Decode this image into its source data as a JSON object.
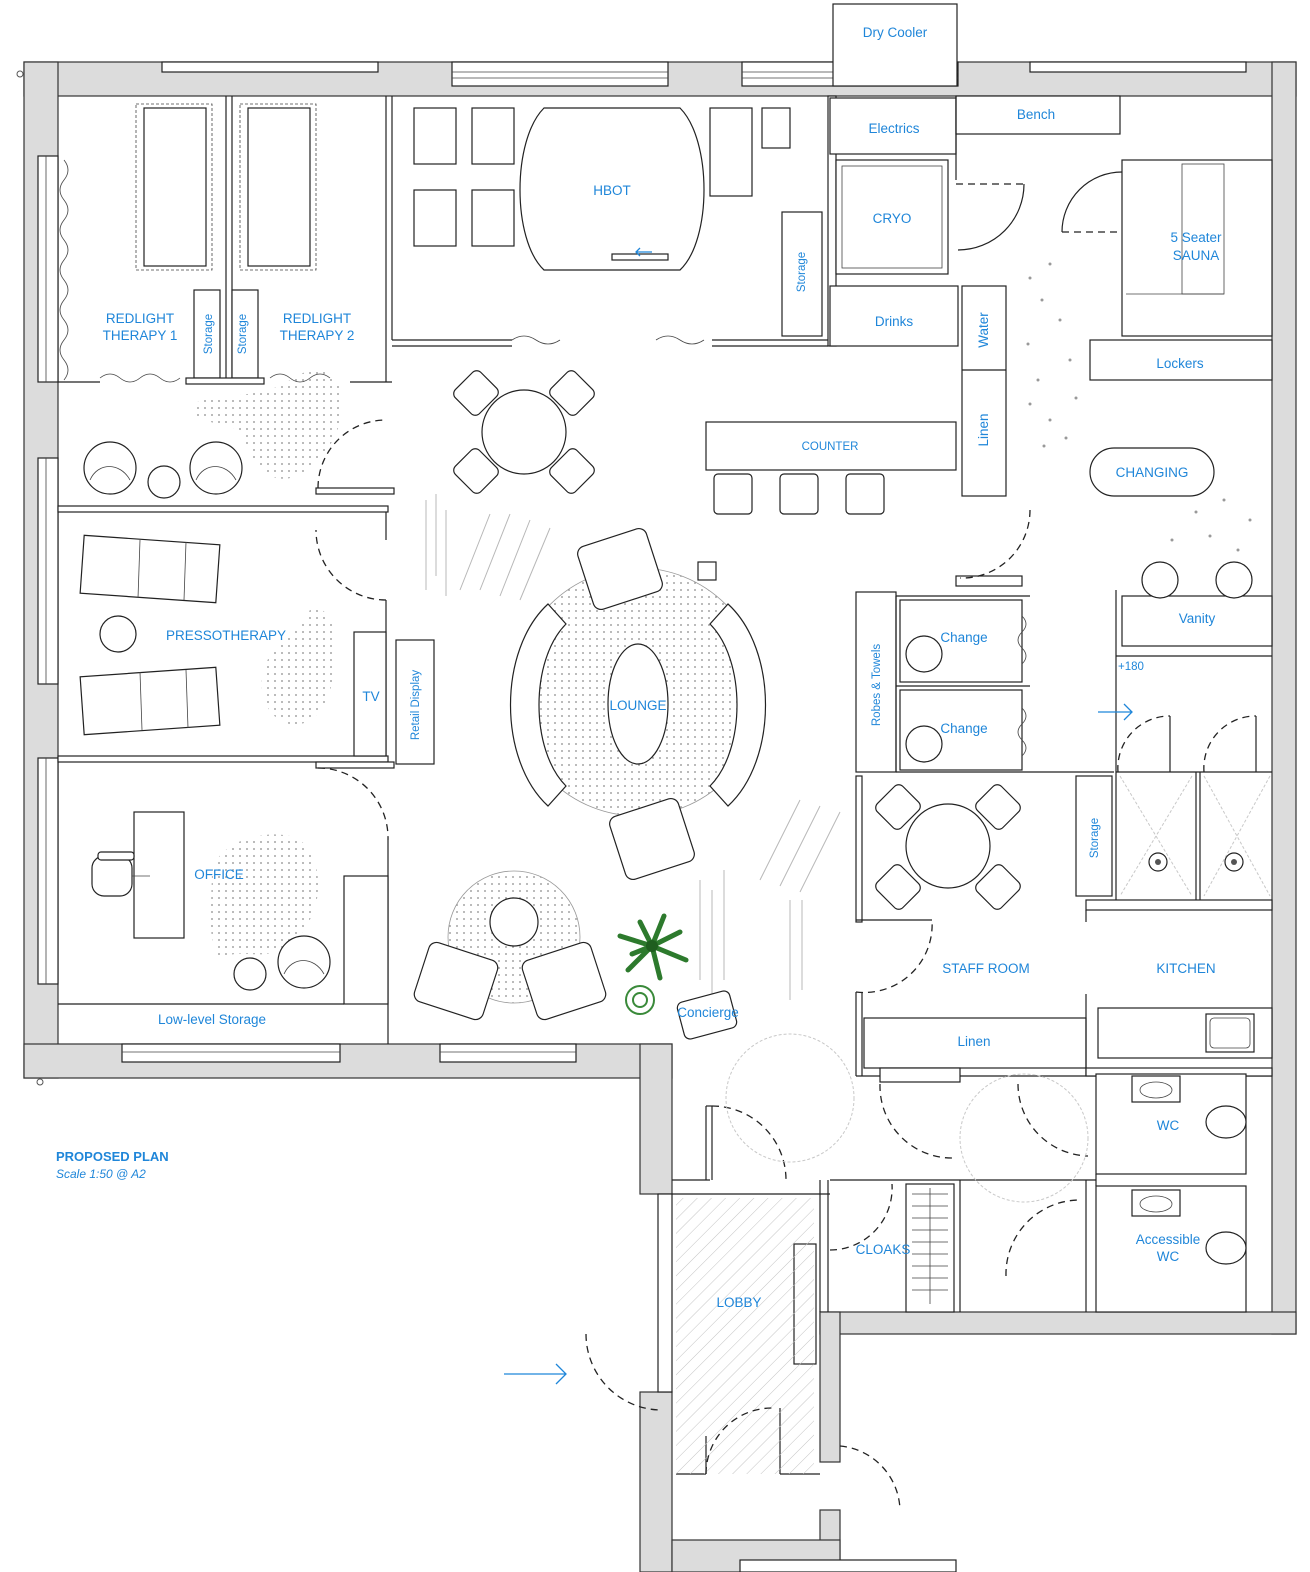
{
  "plan": {
    "title": "PROPOSED PLAN",
    "scale": "Scale 1:50 @ A2"
  },
  "rooms": {
    "dry_cooler": "Dry Cooler",
    "electrics": "Electrics",
    "bench": "Bench",
    "hbot": "HBOT",
    "cryo": "CRYO",
    "sauna_line1": "5 Seater",
    "sauna_line2": "SAUNA",
    "redlight1_line1": "REDLIGHT",
    "redlight1_line2": "THERAPY 1",
    "redlight2_line1": "REDLIGHT",
    "redlight2_line2": "THERAPY 2",
    "storage_red1": "Storage",
    "storage_red2": "Storage",
    "storage_hbot": "Storage",
    "drinks": "Drinks",
    "water": "Water",
    "lockers": "Lockers",
    "linen_bar": "Linen",
    "counter": "COUNTER",
    "changing": "CHANGING",
    "pressotherapy": "PRESSOTHERAPY",
    "tv": "TV",
    "retail_display": "Retail Display",
    "lounge": "LOUNGE",
    "vanity": "Vanity",
    "level_mark": "+180",
    "robes_towels": "Robes & Towels",
    "change1": "Change",
    "change2": "Change",
    "storage_staff": "Storage",
    "office": "OFFICE",
    "staff_room": "STAFF ROOM",
    "kitchen": "KITCHEN",
    "concierge": "Concierge",
    "low_storage": "Low-level Storage",
    "linen_staff": "Linen",
    "wc": "WC",
    "cloaks": "CLOAKS",
    "accessible_line1": "Accessible",
    "accessible_line2": "WC",
    "lobby": "LOBBY"
  },
  "colors": {
    "label": "#1f86d9",
    "wall": "#dcdcdc",
    "line": "#222222"
  },
  "icons": [
    "entry-arrow-icon",
    "plant-icon",
    "office-chair-icon",
    "door-swing-icon"
  ]
}
